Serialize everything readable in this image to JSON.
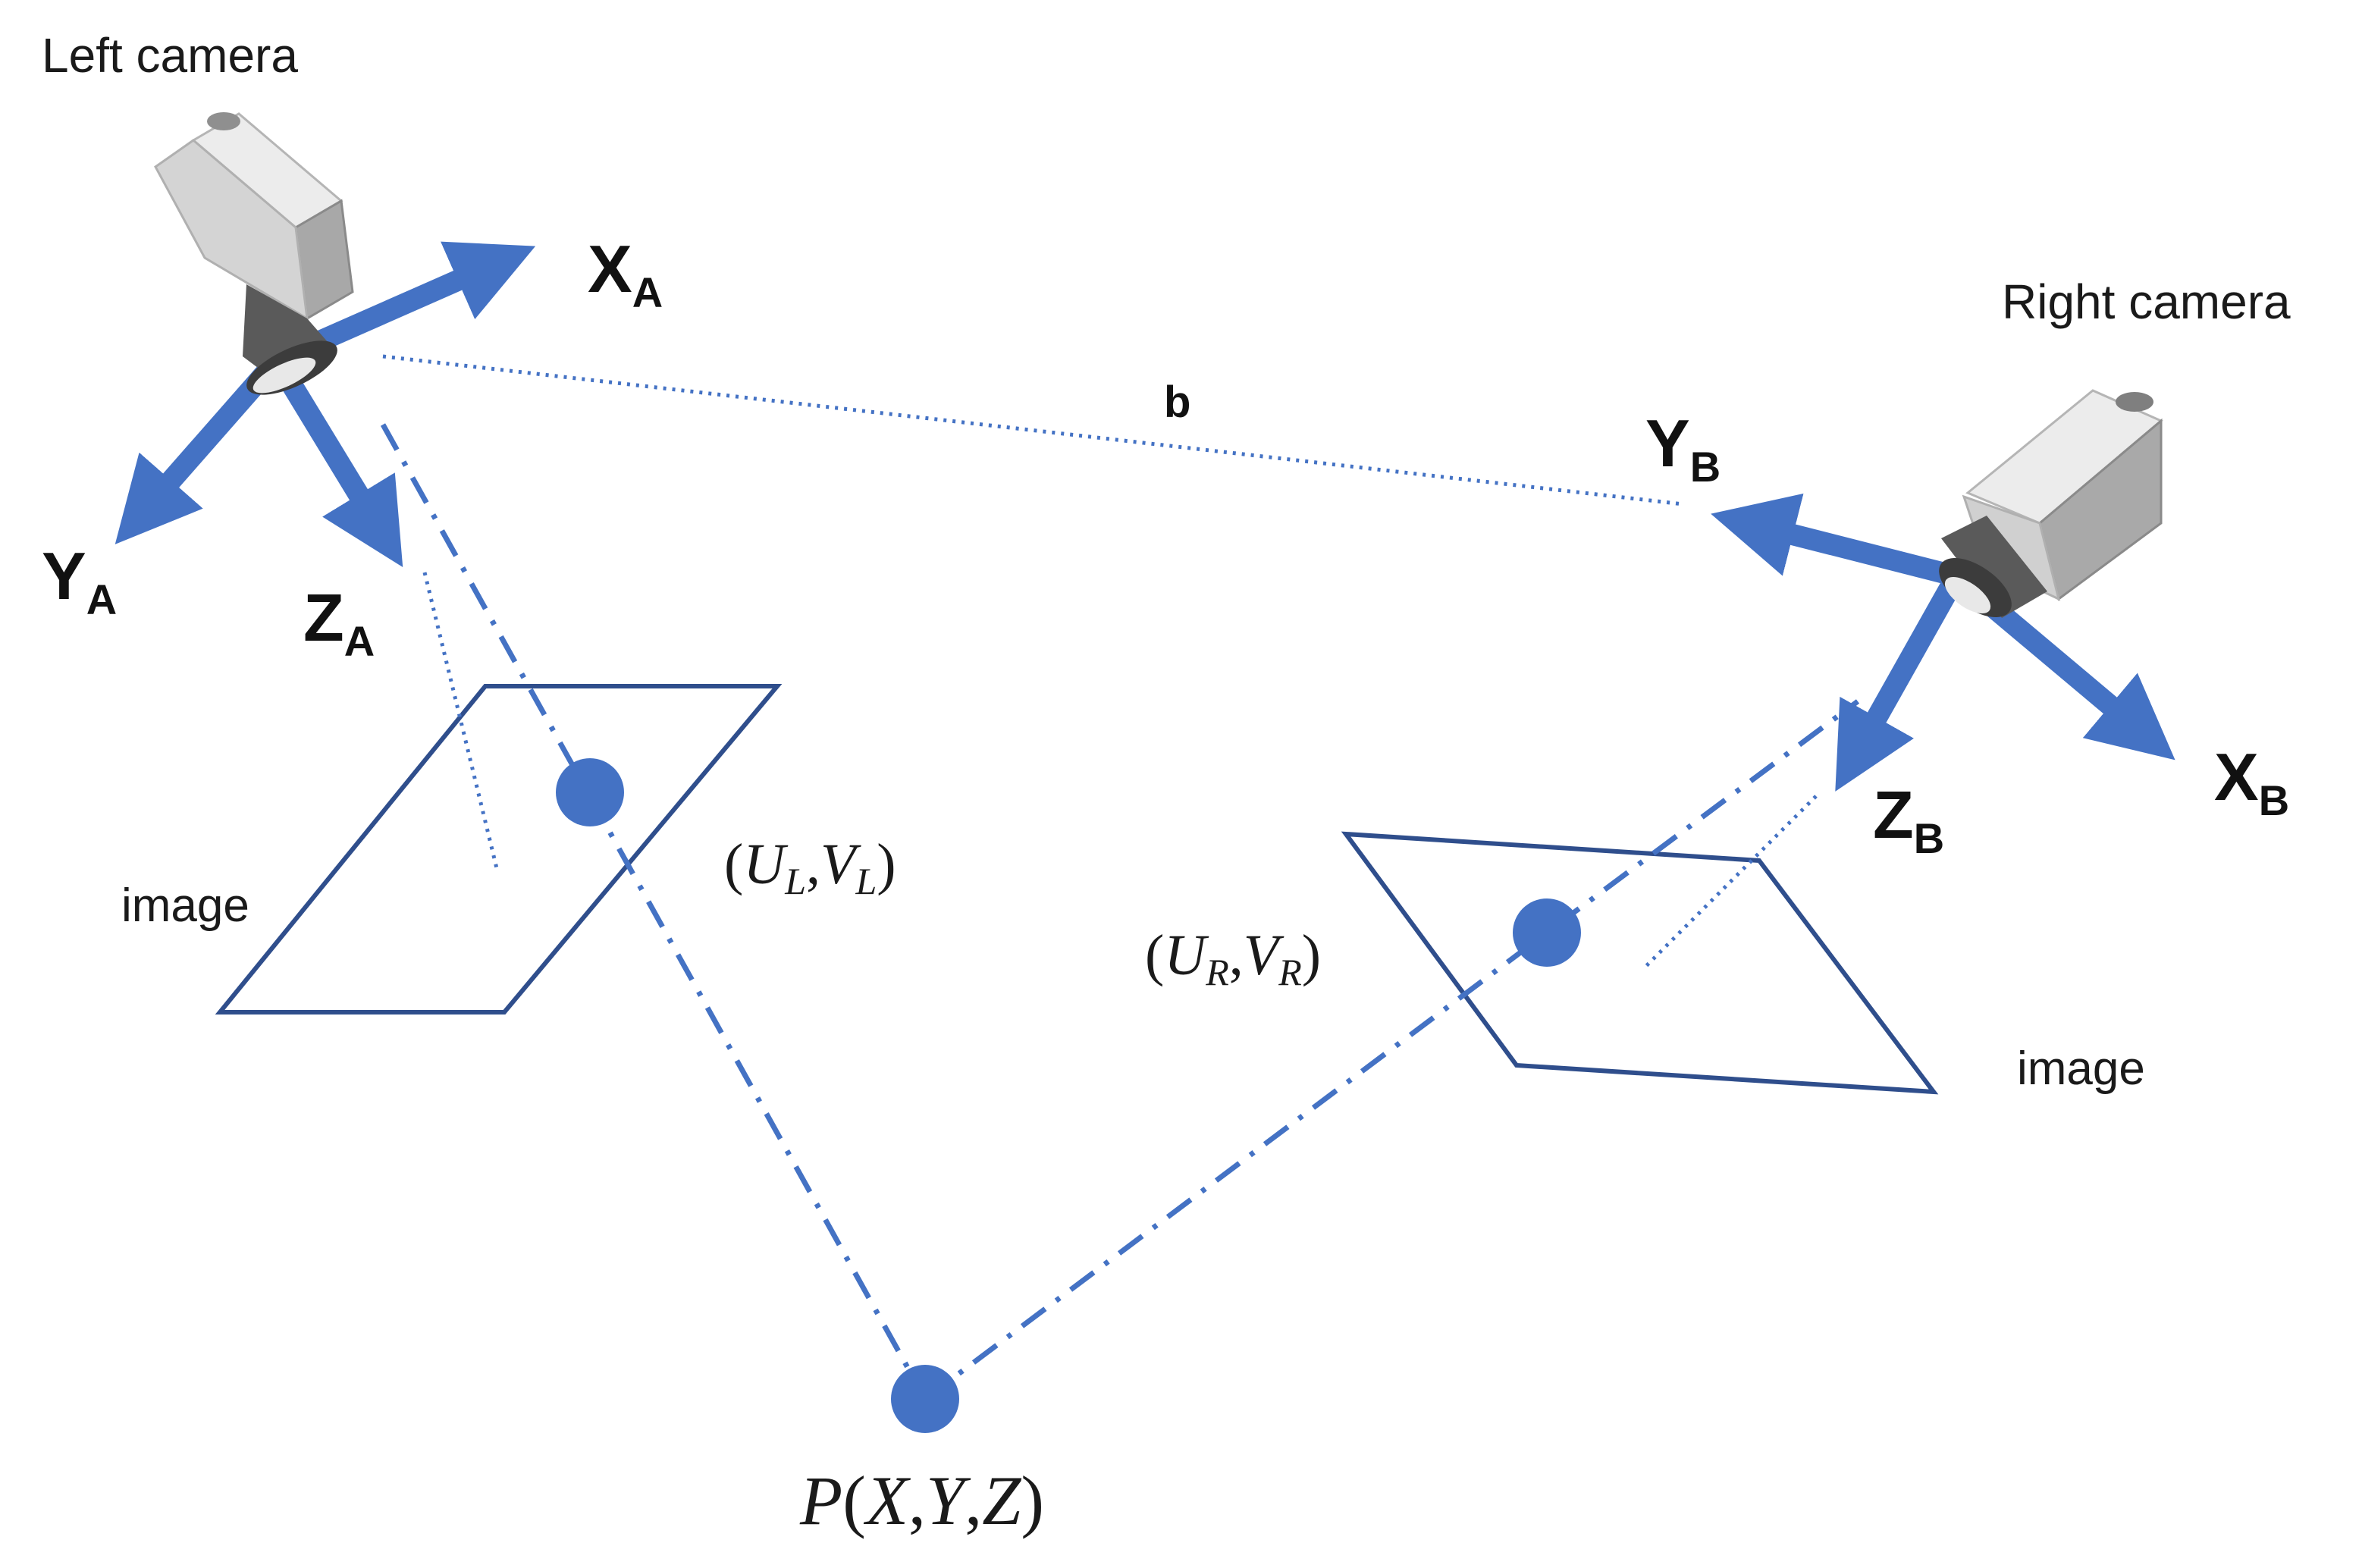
{
  "labels": {
    "left_camera": "Left camera",
    "right_camera": "Right camera",
    "baseline": "b",
    "image_left": "image",
    "image_right": "image"
  },
  "axes": {
    "xa": {
      "main": "X",
      "sub": "A"
    },
    "ya": {
      "main": "Y",
      "sub": "A"
    },
    "za": {
      "main": "Z",
      "sub": "A"
    },
    "xb": {
      "main": "X",
      "sub": "B"
    },
    "yb": {
      "main": "Y",
      "sub": "B"
    },
    "zb": {
      "main": "Z",
      "sub": "B"
    }
  },
  "points": {
    "left_proj": {
      "open": "(",
      "u": "U",
      "u_sub": "L",
      "comma": ",",
      "v": "V",
      "v_sub": "L",
      "close": ")"
    },
    "right_proj": {
      "open": "(",
      "u": "U",
      "u_sub": "R",
      "comma": ",",
      "v": "V",
      "v_sub": "R",
      "close": ")"
    },
    "world": {
      "name": "P",
      "open": "(",
      "x": "X",
      "c1": ",",
      "y": "Y",
      "c2": ",",
      "z": "Z",
      "close": ")"
    }
  },
  "colors": {
    "axis_blue": "#4472c4",
    "outline_blue": "#2f4e8c",
    "camera_body": "#d9d9d9",
    "camera_lens": "#555555"
  }
}
